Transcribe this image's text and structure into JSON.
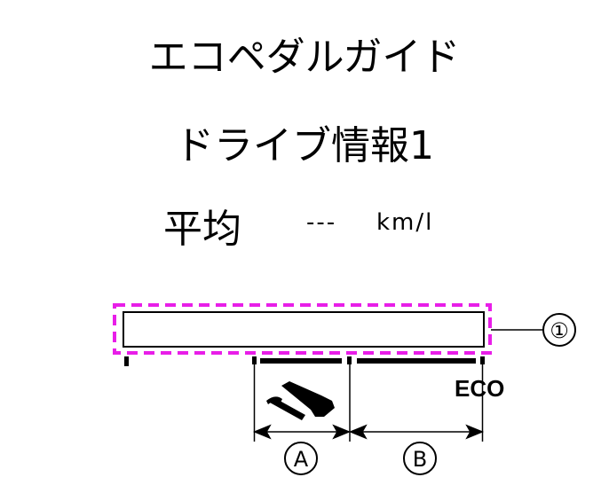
{
  "title": "エコペダルガイド",
  "subtitle": "ドライブ情報1",
  "average": {
    "label": "平均",
    "value": "---",
    "unit": "km/l"
  },
  "gauge": {
    "eco_label": "ECO",
    "callout": "①",
    "zone_a": "Ⓐ",
    "zone_b": "Ⓑ",
    "pedal_icon": "accelerator-pedal-icon"
  },
  "colors": {
    "highlight": "#e81ee8",
    "ink": "#000000"
  }
}
